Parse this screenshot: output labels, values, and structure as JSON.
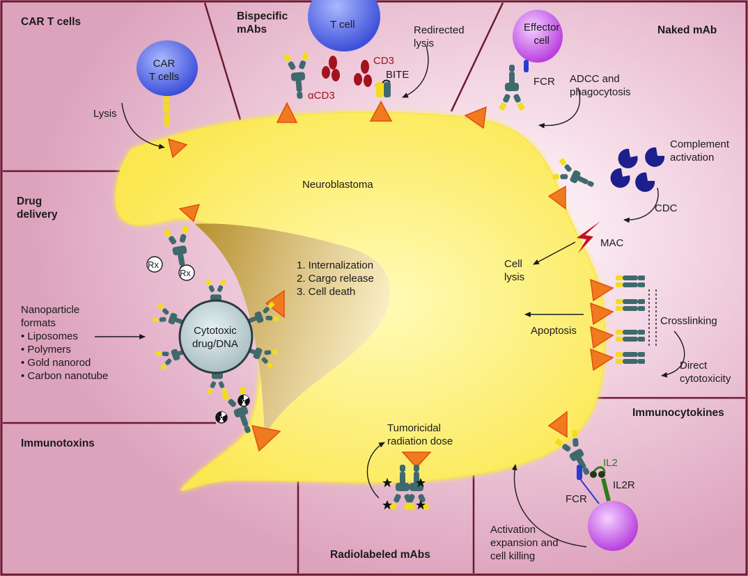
{
  "sections": {
    "car_t": "CAR T cells",
    "bispecific": "Bispecific\nmAbs",
    "naked": "Naked mAb",
    "drug_delivery": "Drug\ndelivery",
    "immunotoxins": "Immunotoxins",
    "radiolabeled": "Radiolabeled mAbs",
    "immunocytokines": "Immunocytokines"
  },
  "labels": {
    "car_t_cell": "CAR\nT cells",
    "lysis": "Lysis",
    "t_cell": "T cell",
    "cd3": "CD3",
    "acd3": "αCD3",
    "bite": "BITE",
    "redirected_lysis": "Redirected\nlysis",
    "effector_cell": "Effector\ncell",
    "fcr_top": "FCR",
    "adcc": "ADCC and\nphagocytosis",
    "complement": "Complement\nactivation",
    "cdc": "CDC",
    "mac": "MAC",
    "cell_lysis": "Cell\nlysis",
    "crosslinking": "Crosslinking",
    "apoptosis": "Apoptosis",
    "direct_cytotoxicity": "Direct\ncytotoxicity",
    "neuroblastoma": "Neuroblastoma",
    "steps": "1. Internalization\n2. Cargo release\n3. Cell death",
    "rx": "Rx",
    "cytotoxic": "Cytotoxic\ndrug/DNA",
    "nanoparticle": "Nanoparticle\nformats\n• Liposomes\n• Polymers\n• Gold nanorod\n• Carbon nanotube",
    "tumoricidal": "Tumoricidal\nradiation dose",
    "il2": "IL2",
    "il2r": "IL2R",
    "fcr_bottom": "FCR",
    "activation": "Activation\nexpansion and\ncell killing"
  },
  "colors": {
    "border": "#6b1a2e",
    "panel": "#e8b8cc",
    "tumor": "#fff27a",
    "antigen": "#f07a1e",
    "antibody": "#3e6a6e",
    "antibody_tip": "#f2dc1e",
    "tcell": "#5a6ee8",
    "effector": "#c858e8",
    "complement": "#1c1f8c",
    "cd3": "#a3121d"
  },
  "icons": [
    "antibody-icon",
    "antigen-icon",
    "complement-icon",
    "lightning-icon",
    "radiation-icon",
    "star-icon"
  ]
}
